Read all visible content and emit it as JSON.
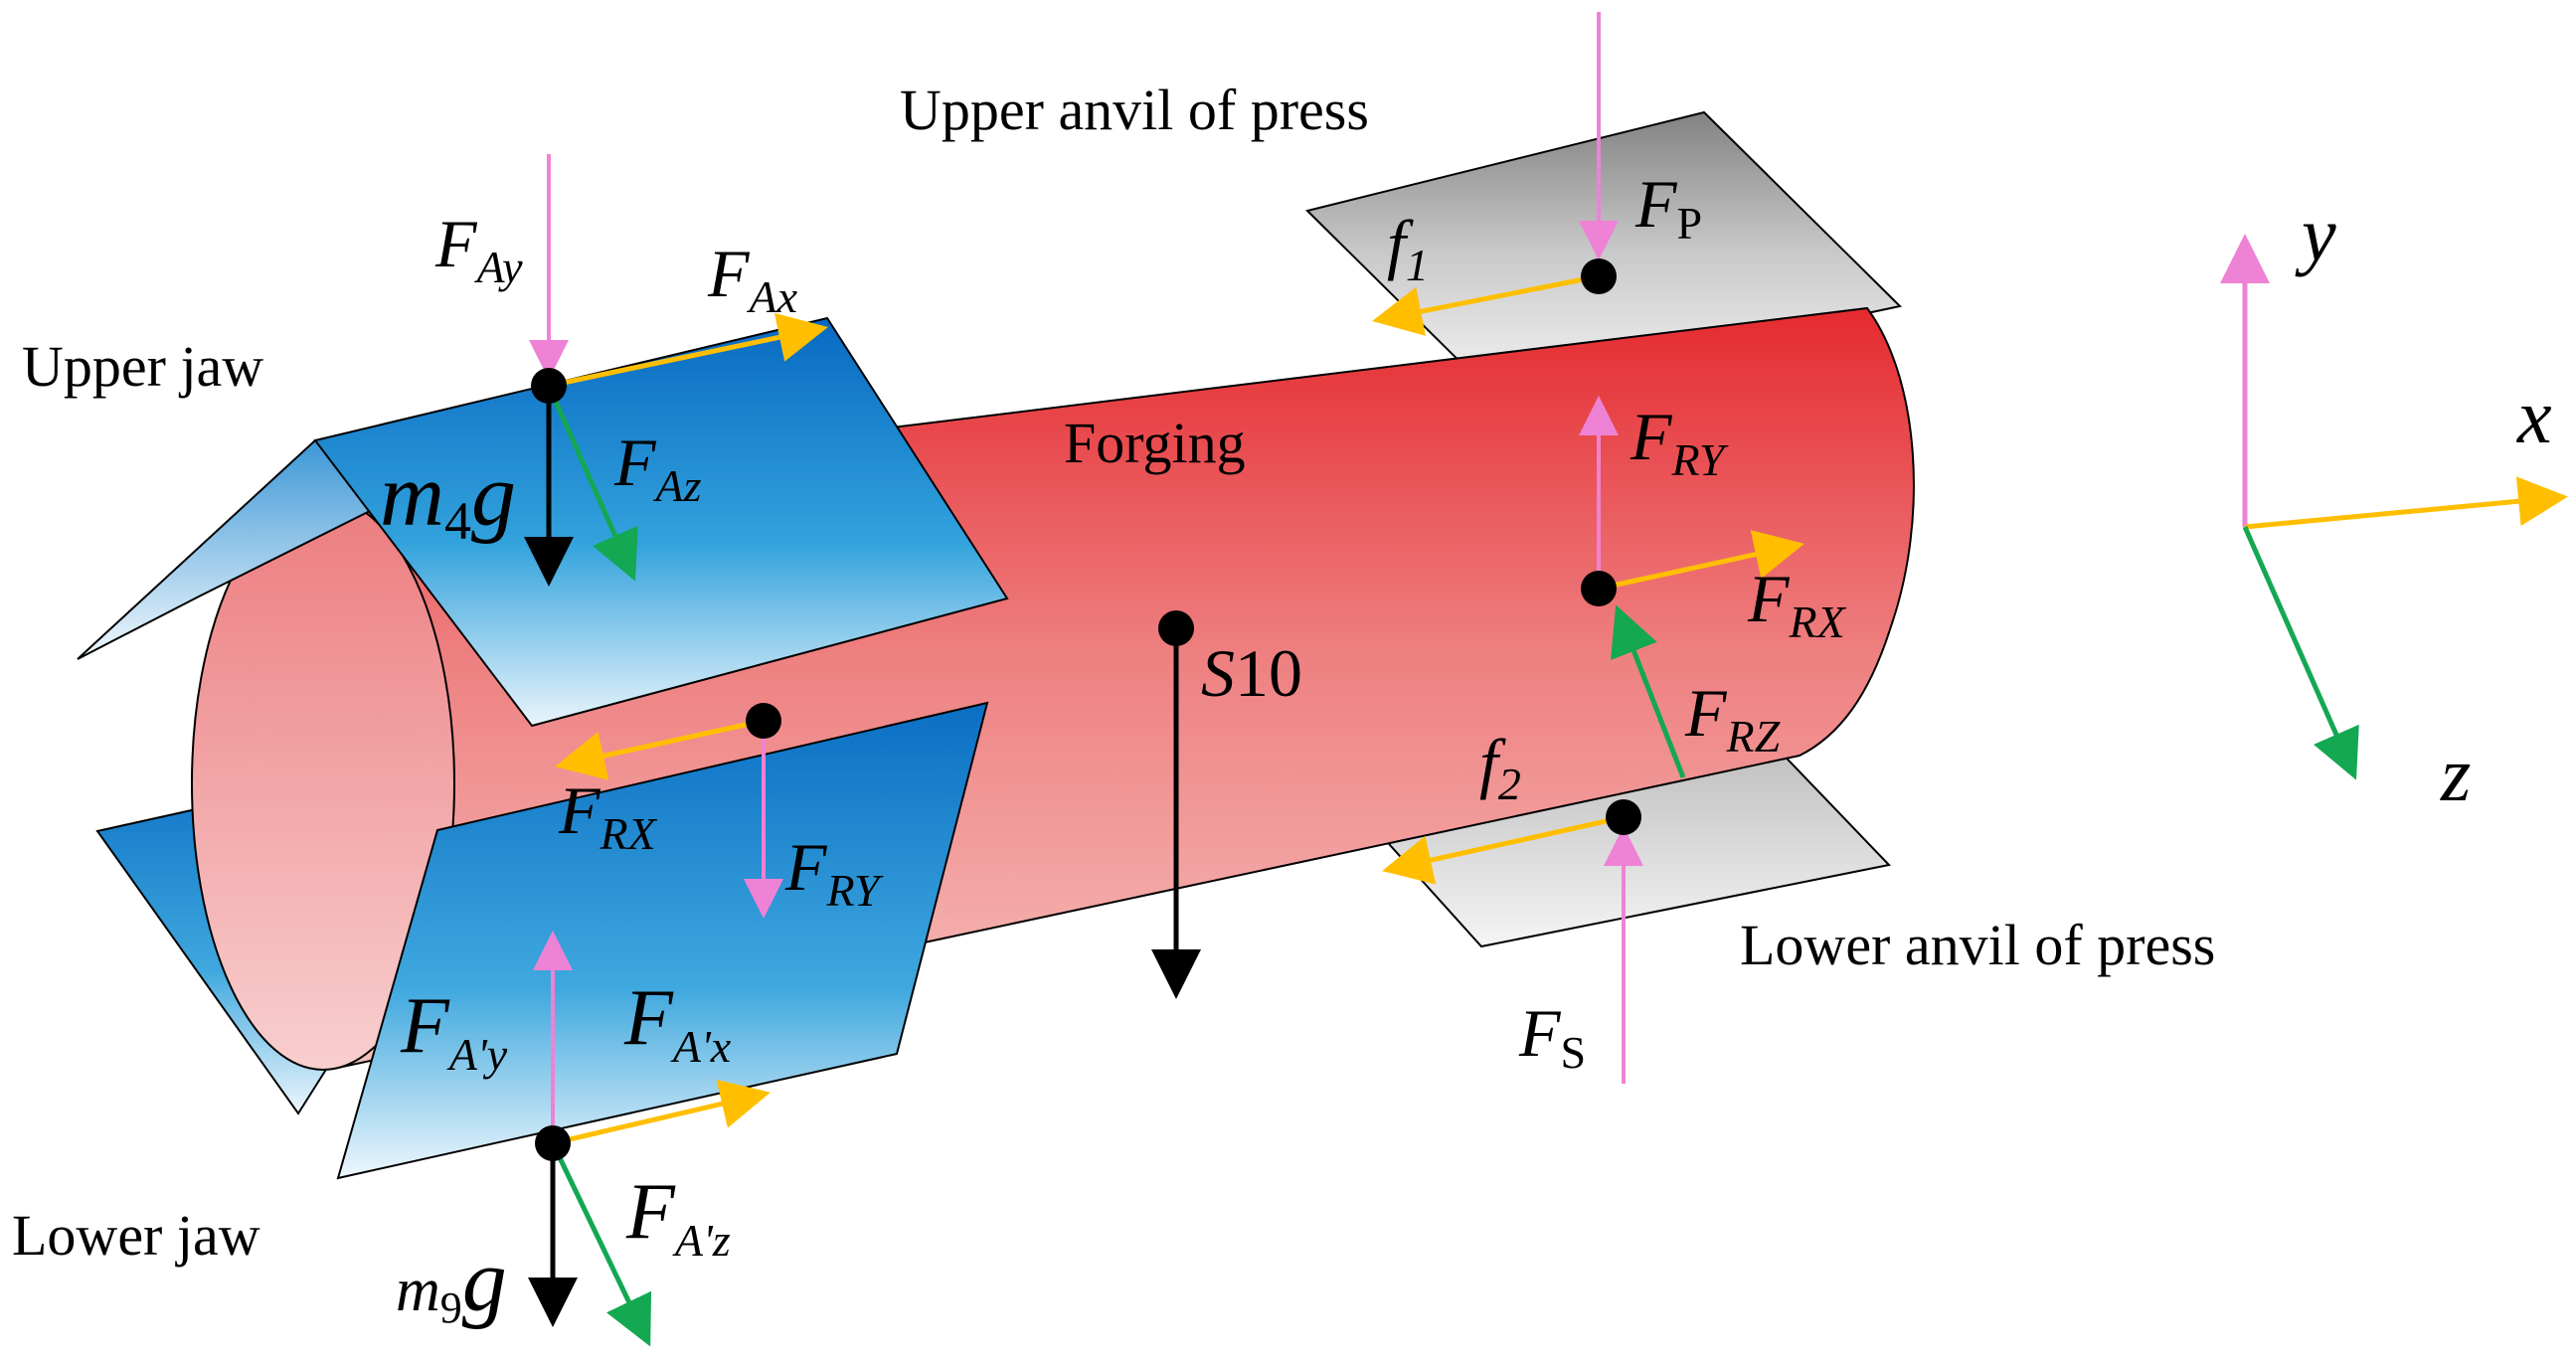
{
  "colors": {
    "pink": "#ee82d4",
    "orange": "#ffbf00",
    "green": "#13a851",
    "black": "#000000",
    "jaw_blue": "#0a6dc4",
    "forging_red": "#e8343c",
    "anvil_gray": "#8a8a8a"
  },
  "labels": {
    "upper_anvil": "Upper anvil of press",
    "lower_anvil": "Lower anvil of press",
    "upper_jaw": "Upper jaw",
    "lower_jaw": "Lower jaw",
    "forging": "Forging"
  },
  "forces": {
    "FAy": {
      "main": "F",
      "sub": "Ay"
    },
    "FAx": {
      "main": "F",
      "sub": "Ax"
    },
    "FAz": {
      "main": "F",
      "sub": "Az"
    },
    "m4g": {
      "m": "m",
      "sub": "4",
      "g": "g"
    },
    "FRX_jaw": {
      "main": "F",
      "sub": "RX"
    },
    "FRY_jaw": {
      "main": "F",
      "sub": "RY"
    },
    "FA1y": {
      "main": "F",
      "sub": "A'y"
    },
    "FA1x": {
      "main": "F",
      "sub": "A'x"
    },
    "FA1z": {
      "main": "F",
      "sub": "A'z"
    },
    "m9g": {
      "m": "m",
      "sub": "9",
      "g": "g"
    },
    "S10": {
      "main": "S",
      "num": "10"
    },
    "f1": {
      "main": "f",
      "sub": "1"
    },
    "FP": {
      "main": "F",
      "sub": "P"
    },
    "FRY": {
      "main": "F",
      "sub": "RY"
    },
    "FRX": {
      "main": "F",
      "sub": "RX"
    },
    "FRZ": {
      "main": "F",
      "sub": "RZ"
    },
    "f2": {
      "main": "f",
      "sub": "2"
    },
    "FS": {
      "main": "F",
      "sub": "S"
    }
  },
  "axes": {
    "x": "x",
    "y": "y",
    "z": "z"
  }
}
